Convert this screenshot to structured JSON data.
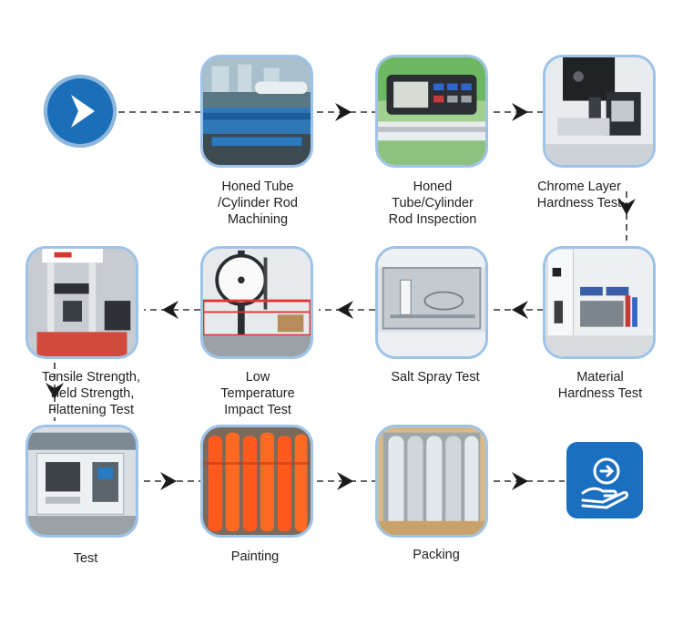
{
  "steps": [
    {
      "id": "machining",
      "label": "Honed Tube\n/Cylinder Rod\nMachining",
      "icon": "lathe-photo"
    },
    {
      "id": "inspection",
      "label": "Honed\nTube/Cylinder\nRod Inspection",
      "icon": "inspection-meter-photo"
    },
    {
      "id": "chrome-hardness",
      "label": "Chrome Layer\nHardness Test",
      "icon": "hardness-tester-photo"
    },
    {
      "id": "material-hardness",
      "label": "Material\nHardness Test",
      "icon": "lab-hardness-photo"
    },
    {
      "id": "salt-spray",
      "label": "Salt Spray Test",
      "icon": "salt-spray-chamber-photo"
    },
    {
      "id": "impact",
      "label": "Low\nTemperature\nImpact Test",
      "icon": "impact-tester-photo"
    },
    {
      "id": "tensile",
      "label": "Tensile Strength,\nYield Strength,\nFlattening Test",
      "icon": "tensile-machine-photo"
    },
    {
      "id": "test",
      "label": "Test",
      "icon": "cnc-machine-photo"
    },
    {
      "id": "painting",
      "label": "Painting",
      "icon": "painted-cylinders-photo"
    },
    {
      "id": "packing",
      "label": "Packing",
      "icon": "packing-crate-photo"
    }
  ],
  "start_icon": "play-chevron-icon",
  "end_icon": "hand-coin-icon",
  "colors": {
    "accent": "#1b6fb8",
    "photo_border": "#9ec3e8",
    "connector": "#333333",
    "label_text": "#222222"
  }
}
